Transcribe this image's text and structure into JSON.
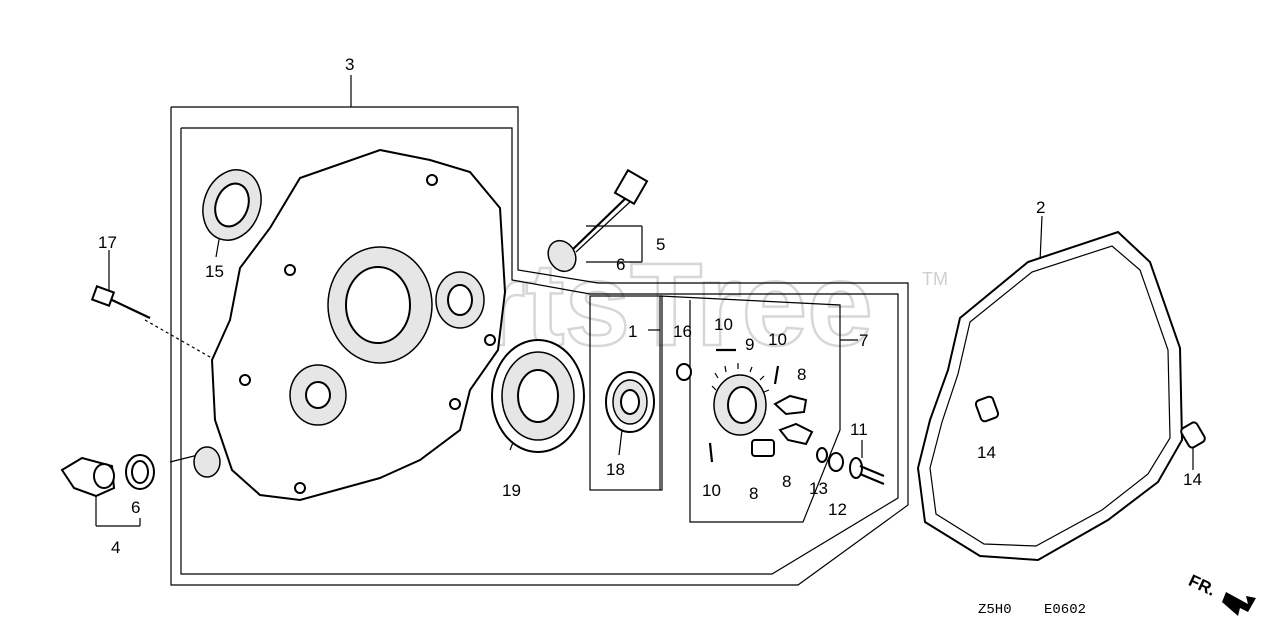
{
  "watermark": {
    "text": "PartsTree",
    "trademark": "TM"
  },
  "callouts": {
    "c1": "1",
    "c2": "2",
    "c3": "3",
    "c4": "4",
    "c5": "5",
    "c6a": "6",
    "c6b": "6",
    "c7": "7",
    "c8a": "8",
    "c8b": "8",
    "c8c": "8",
    "c9": "9",
    "c10a": "10",
    "c10b": "10",
    "c10c": "10",
    "c11": "11",
    "c12": "12",
    "c13": "13",
    "c14a": "14",
    "c14b": "14",
    "c15": "15",
    "c16": "16",
    "c17": "17",
    "c18": "18",
    "c19": "19"
  },
  "front_marker": "FR.",
  "codes": {
    "left": "Z5H0",
    "right": "E0602"
  }
}
